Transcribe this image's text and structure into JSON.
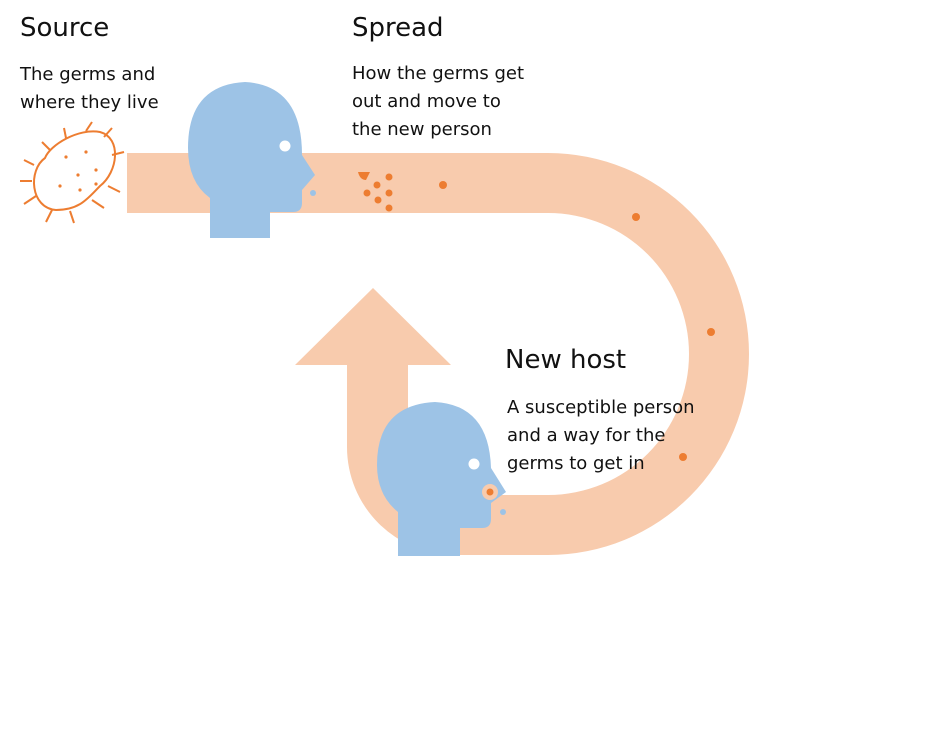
{
  "colors": {
    "path": "#f8cbad",
    "head": "#9dc3e6",
    "germ": "#ed7d31",
    "text": "#111111",
    "background": "#ffffff"
  },
  "source": {
    "title": "Source",
    "lines": [
      "The germs and",
      "where they live"
    ]
  },
  "spread": {
    "title": "Spread",
    "lines": [
      "How the germs get",
      "out and move to",
      "the new person"
    ]
  },
  "new_host": {
    "title": "New host",
    "lines": [
      "A susceptible person",
      "and a way for the",
      "germs to get in"
    ]
  },
  "icons": {
    "bacterium": "bacterium-icon",
    "source_head": "person-head-icon",
    "host_head": "person-head-icon",
    "arrow": "cycle-arrow-icon"
  }
}
